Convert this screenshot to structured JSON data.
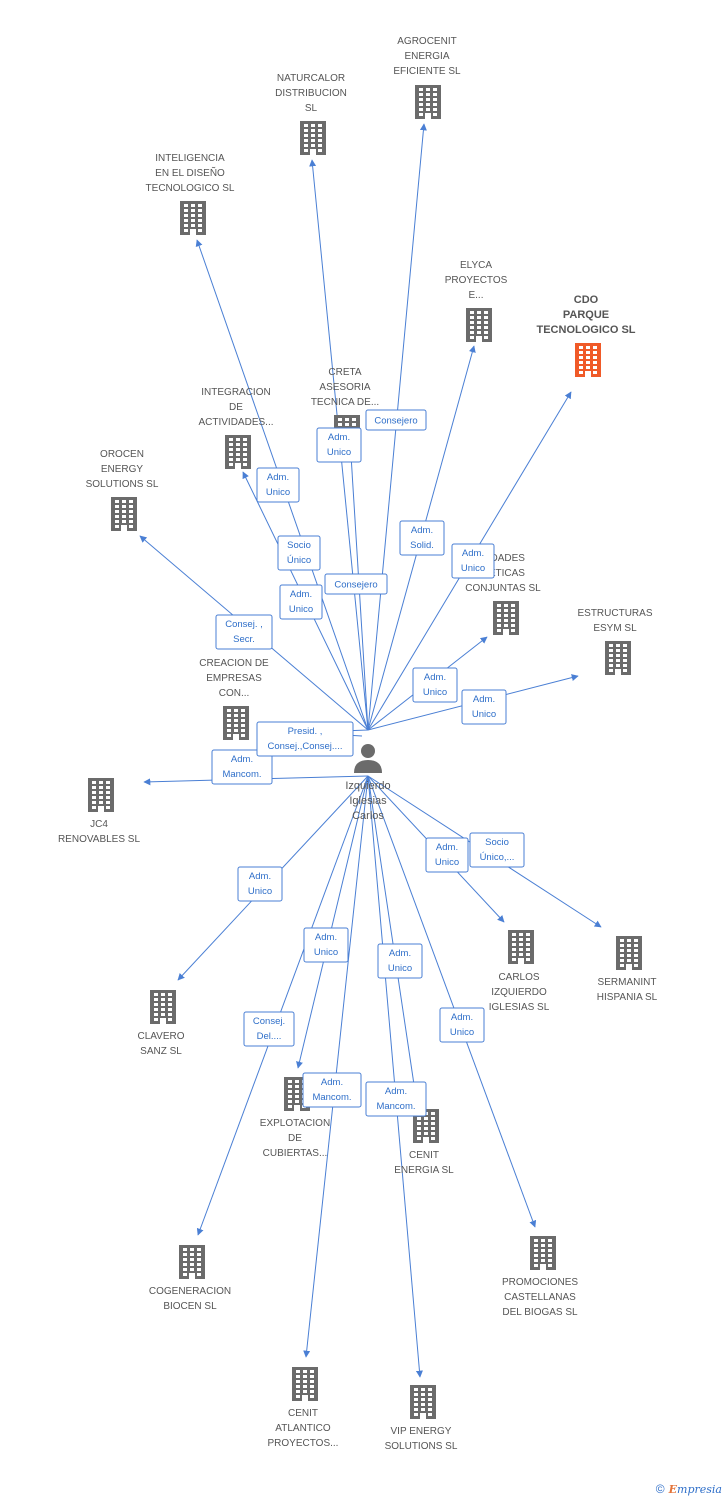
{
  "center": {
    "label": [
      "Izquierdo",
      "Iglesias",
      "Carlos"
    ]
  },
  "colors": {
    "edge": "#4a7fd4",
    "building": "#6b6b6b",
    "highlight": "#f05a28"
  },
  "nodes": [
    {
      "id": "agrocenit",
      "label": [
        "AGROCENIT",
        "ENERGIA",
        "EFICIENTE SL"
      ]
    },
    {
      "id": "naturcalor",
      "label": [
        "NATURCALOR",
        "DISTRIBUCION",
        "SL"
      ]
    },
    {
      "id": "inteligencia",
      "label": [
        "INTELIGENCIA",
        "EN EL DISEÑO",
        "TECNOLOGICO SL"
      ]
    },
    {
      "id": "elyca",
      "label": [
        "ELYCA",
        "PROYECTOS",
        "E..."
      ]
    },
    {
      "id": "cdo",
      "label": [
        "CDO",
        "PARQUE",
        "TECNOLOGICO SL"
      ],
      "highlight": true
    },
    {
      "id": "creta",
      "label": [
        "CRETA",
        "ASESORIA",
        "TECNICA DE..."
      ]
    },
    {
      "id": "integracion",
      "label": [
        "INTEGRACION",
        "DE",
        "ACTIVIDADES..."
      ]
    },
    {
      "id": "orocen",
      "label": [
        "OROCEN",
        "ENERGY",
        "SOLUTIONS SL"
      ]
    },
    {
      "id": "actividades",
      "label": [
        "VIDADES",
        "GETICAS",
        "CONJUNTAS SL"
      ]
    },
    {
      "id": "estructuras",
      "label": [
        "ESTRUCTURAS",
        "ESYM SL"
      ]
    },
    {
      "id": "creacion",
      "label": [
        "CREACION DE",
        "EMPRESAS",
        "CON..."
      ]
    },
    {
      "id": "jc4",
      "label": [
        "JC4",
        "RENOVABLES SL"
      ]
    },
    {
      "id": "carlos",
      "label": [
        "CARLOS",
        "IZQUIERDO",
        "IGLESIAS SL"
      ]
    },
    {
      "id": "sermanint",
      "label": [
        "SERMANINT",
        "HISPANIA SL"
      ]
    },
    {
      "id": "clavero",
      "label": [
        "CLAVERO",
        "SANZ SL"
      ]
    },
    {
      "id": "explotacion",
      "label": [
        "EXPLOTACION",
        "DE",
        "CUBIERTAS..."
      ]
    },
    {
      "id": "cenit_energia",
      "label": [
        "CENIT",
        "ENERGIA SL"
      ]
    },
    {
      "id": "cogeneracion",
      "label": [
        "COGENERACION",
        "BIOCEN SL"
      ]
    },
    {
      "id": "promociones",
      "label": [
        "PROMOCIONES",
        "CASTELLANAS",
        "DEL BIOGAS SL"
      ]
    },
    {
      "id": "cenit_atlantico",
      "label": [
        "CENIT",
        "ATLANTICO",
        "PROYECTOS..."
      ]
    },
    {
      "id": "vip",
      "label": [
        "VIP ENERGY",
        "SOLUTIONS SL"
      ]
    }
  ],
  "relations": [
    {
      "id": "agrocenit",
      "label": [
        "Consejero"
      ]
    },
    {
      "id": "naturcalor",
      "label": [
        "Adm.",
        "Unico"
      ]
    },
    {
      "id": "inteligencia",
      "label": [
        "Socio",
        "Único"
      ]
    },
    {
      "id": "elyca",
      "label": [
        "Adm.",
        "Solid."
      ]
    },
    {
      "id": "cdo",
      "label": [
        "Adm.",
        "Unico"
      ]
    },
    {
      "id": "creta",
      "label": [
        "Consejero"
      ]
    },
    {
      "id": "integracion",
      "label": [
        "Adm.",
        "Unico"
      ]
    },
    {
      "id": "orocen",
      "label": [
        "Consej. ,",
        "Secr."
      ]
    },
    {
      "id": "actividades",
      "label": [
        "Adm.",
        "Unico"
      ]
    },
    {
      "id": "estructuras",
      "label": [
        "Adm.",
        "Unico"
      ]
    },
    {
      "id": "creacion",
      "label": [
        "Adm.",
        "Unico"
      ]
    },
    {
      "id": "jc4",
      "label": [
        "Adm.",
        "Mancom."
      ]
    },
    {
      "id": "presid",
      "label": [
        "Presid. ,",
        "Consej.,Consej...."
      ]
    },
    {
      "id": "carlos",
      "label": [
        "Adm.",
        "Unico"
      ]
    },
    {
      "id": "sermanint",
      "label": [
        "Socio",
        "Único,..."
      ]
    },
    {
      "id": "clavero",
      "label": [
        "Adm.",
        "Unico"
      ]
    },
    {
      "id": "explotacion",
      "label": [
        "Adm.",
        "Unico"
      ]
    },
    {
      "id": "cenit_energia",
      "label": [
        "Adm.",
        "Unico"
      ]
    },
    {
      "id": "cogeneracion",
      "label": [
        "Consej.",
        "Del...."
      ]
    },
    {
      "id": "promociones",
      "label": [
        "Adm.",
        "Unico"
      ]
    },
    {
      "id": "cenit_atlantico",
      "label": [
        "Adm.",
        "Mancom."
      ]
    },
    {
      "id": "vip",
      "label": [
        "Adm.",
        "Mancom."
      ]
    }
  ],
  "footer": {
    "copyright": "©",
    "brand_initial": "E",
    "brand_rest": "mpresia"
  }
}
